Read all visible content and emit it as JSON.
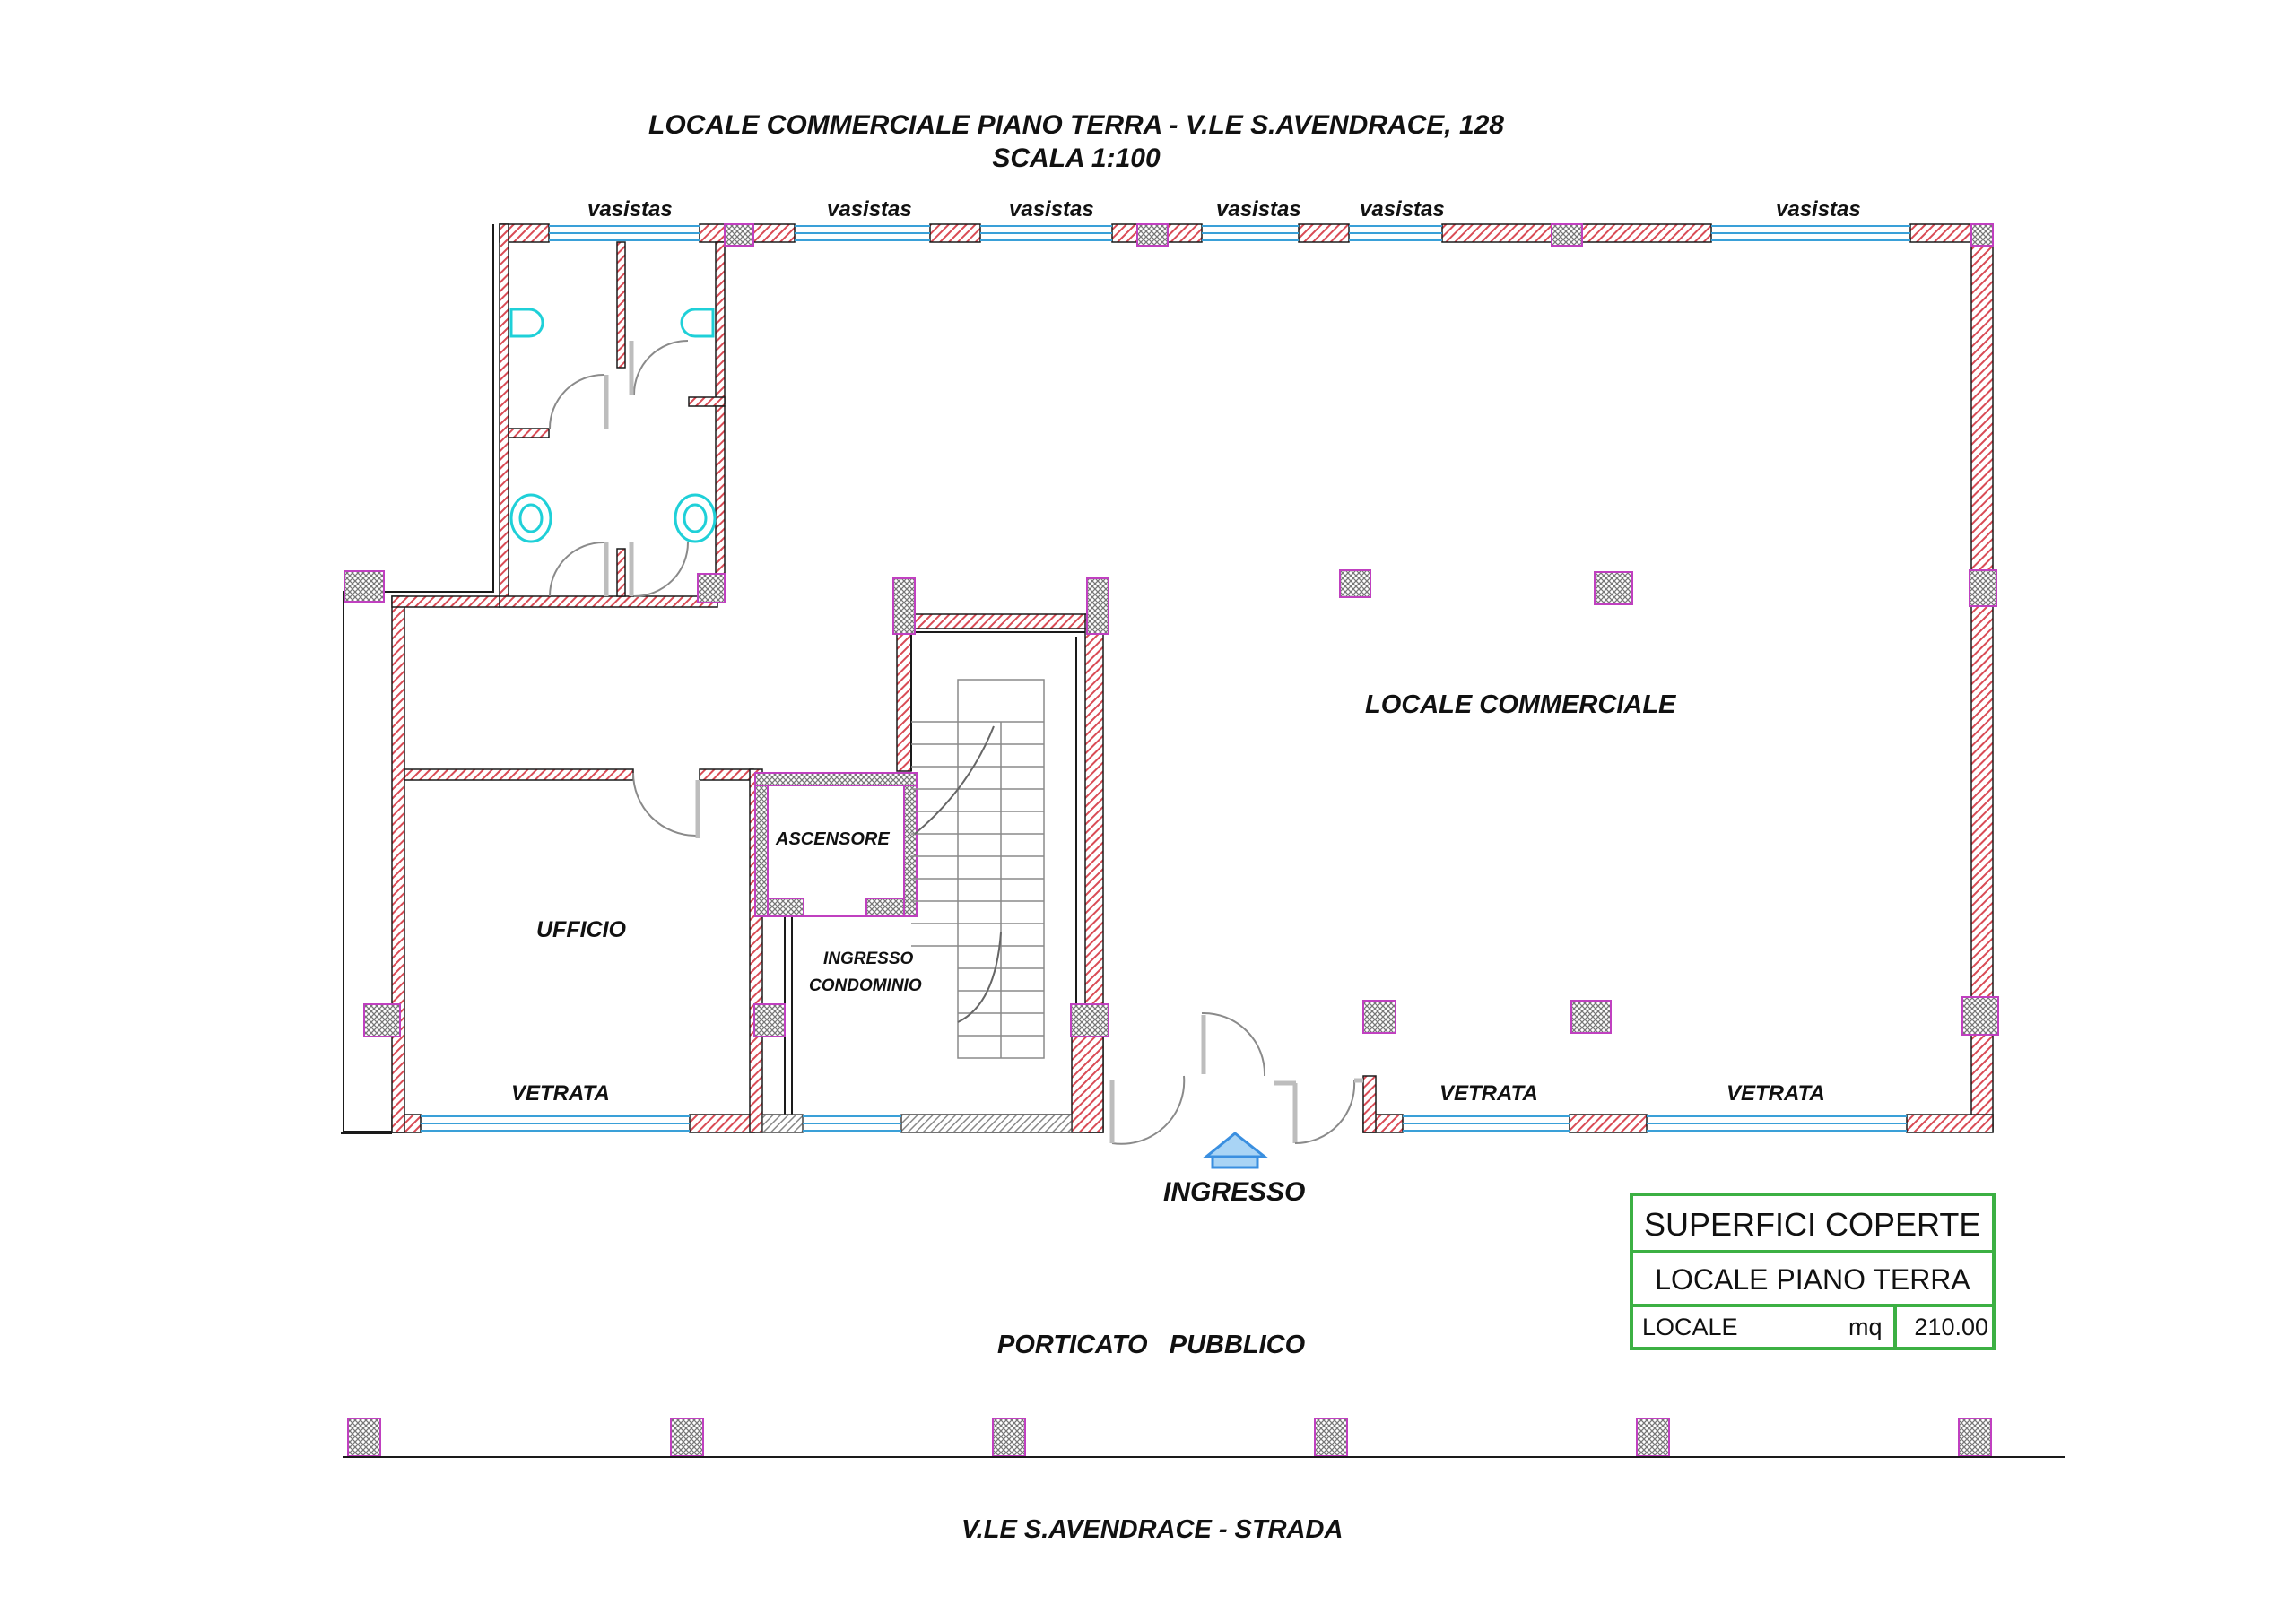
{
  "title": {
    "line1": "LOCALE COMMERCIALE PIANO TERRA - V.LE S.AVENDRACE, 128",
    "line2": "SCALA 1:100"
  },
  "window_labels": [
    "vasistas",
    "vasistas",
    "vasistas",
    "vasistas",
    "vasistas",
    "vasistas"
  ],
  "rooms": {
    "locale_commerciale": "LOCALE COMMERCIALE",
    "ufficio": "UFFICIO",
    "ascensore": "ASCENSORE",
    "ingresso_condominio_1": "INGRESSO",
    "ingresso_condominio_2": "CONDOMINIO"
  },
  "glazing_labels": [
    "VETRATA",
    "VETRATA",
    "VETRATA"
  ],
  "entrance_label": "INGRESSO",
  "porch_label": "PORTICATO   PUBBLICO",
  "street_label": "V.LE S.AVENDRACE - STRADA",
  "legend": {
    "title": "SUPERFICI COPERTE",
    "subtitle": "LOCALE PIANO TERRA",
    "row_label": "LOCALE",
    "row_unit": "mq",
    "row_value": "210.00"
  },
  "colors": {
    "wall_hatch": "#d94b55",
    "wall_outline": "#1a1a1a",
    "column_fill": "#a8a8a8",
    "column_border": "#c040c0",
    "window": "#3aa0d8",
    "fixtures": "#1fd0d8",
    "legend_border": "#3cb043",
    "arrow": "#3a8fe0"
  }
}
